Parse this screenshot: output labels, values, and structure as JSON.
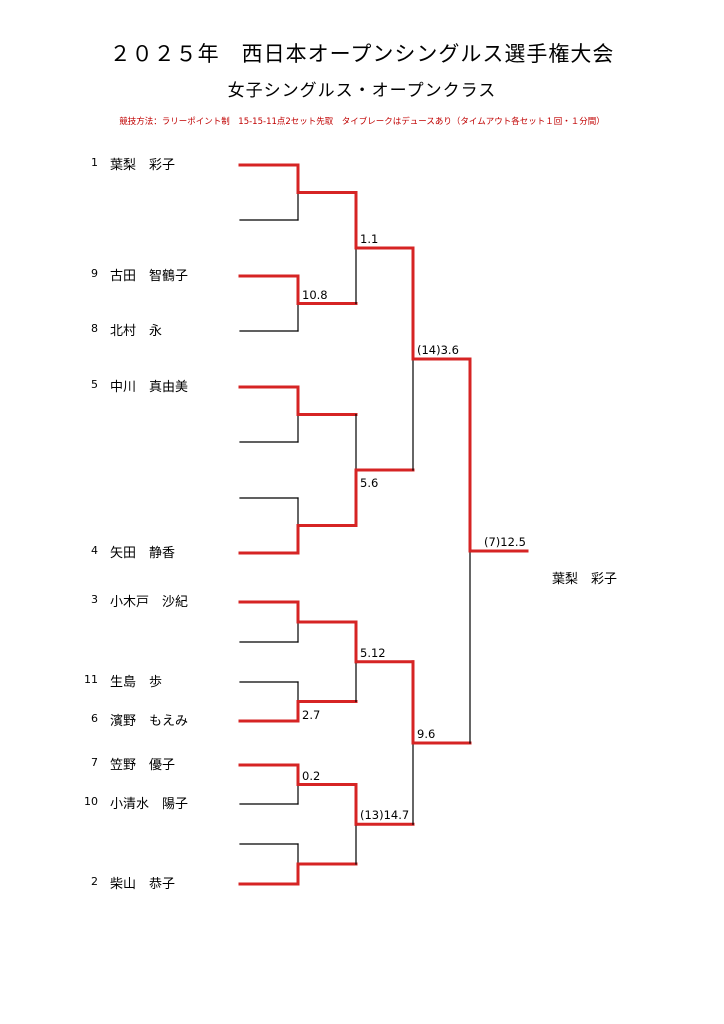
{
  "header": {
    "title": "２０２５年　西日本オープンシングルス選手権大会",
    "subtitle": "女子シングルス・オープンクラス",
    "rules": "競技方法：ラリーポイント制　15-15-11点2セット先取　タイブレークはデュースあり（タイムアウト各セット１回・１分間）"
  },
  "colors": {
    "winner": "#d62424",
    "line": "#000000",
    "rules_text": "#c00000"
  },
  "players": [
    {
      "seed": "1",
      "name": "葉梨　彩子"
    },
    {
      "seed": "",
      "name": ""
    },
    {
      "seed": "9",
      "name": "古田　智鶴子"
    },
    {
      "seed": "8",
      "name": "北村　永"
    },
    {
      "seed": "5",
      "name": "中川　真由美"
    },
    {
      "seed": "",
      "name": ""
    },
    {
      "seed": "",
      "name": ""
    },
    {
      "seed": "4",
      "name": "矢田　静香"
    },
    {
      "seed": "3",
      "name": "小木戸　沙紀"
    },
    {
      "seed": "",
      "name": ""
    },
    {
      "seed": "11",
      "name": "生島　歩"
    },
    {
      "seed": "6",
      "name": "濱野　もえみ"
    },
    {
      "seed": "7",
      "name": "笠野　優子"
    },
    {
      "seed": "10",
      "name": "小清水　陽子"
    },
    {
      "seed": "",
      "name": ""
    },
    {
      "seed": "2",
      "name": "柴山　恭子"
    }
  ],
  "rounds": [
    [
      {
        "winner": 0,
        "score": ""
      },
      {
        "winner": 0,
        "score": "10.8"
      },
      {
        "winner": 0,
        "score": ""
      },
      {
        "winner": 1,
        "score": ""
      },
      {
        "winner": 0,
        "score": ""
      },
      {
        "winner": 1,
        "score": "2.7"
      },
      {
        "winner": 0,
        "score": "0.2"
      },
      {
        "winner": 1,
        "score": ""
      }
    ],
    [
      {
        "winner": 0,
        "score": "1.1"
      },
      {
        "winner": 1,
        "score": "5.6"
      },
      {
        "winner": 0,
        "score": "5.12"
      },
      {
        "winner": 0,
        "score": "(13)14.7"
      }
    ],
    [
      {
        "winner": 0,
        "score": "(14)3.6"
      },
      {
        "winner": 0,
        "score": "9.6"
      }
    ],
    [
      {
        "winner": 0,
        "score": "(7)12.5"
      }
    ]
  ],
  "champion": "葉梨　彩子"
}
